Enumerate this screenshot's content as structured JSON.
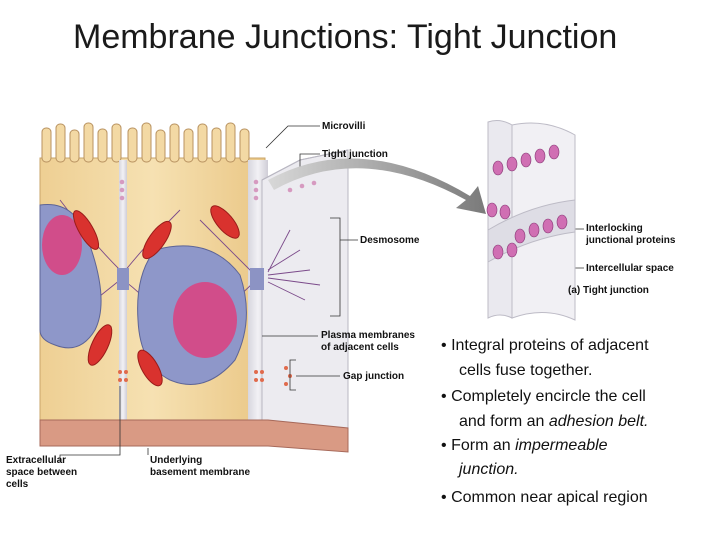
{
  "title": "Membrane Junctions: Tight Junction",
  "labels": {
    "microvilli": "Microvilli",
    "tight_junction": "Tight junction",
    "desmosome": "Desmosome",
    "plasma_line1": "Plasma membranes",
    "plasma_line2": "of adjacent cells",
    "gap_junction": "Gap junction",
    "extracellular_line1": "Extracellular",
    "extracellular_line2": "space between",
    "extracellular_line3": "cells",
    "basement_line1": "Underlying",
    "basement_line2": "basement membrane",
    "interlocking_line1": "Interlocking",
    "interlocking_line2": "junctional proteins",
    "intercellular_space": "Intercellular space",
    "inset_caption": "(a) Tight junction"
  },
  "bullets": [
    {
      "lines": [
        "Integral proteins of adjacent",
        "cells fuse together."
      ]
    },
    {
      "lines": [
        "Completely encircle the cell",
        "and form an "
      ],
      "italic": "adhesion belt."
    },
    {
      "prefix": "Form an ",
      "italic_lines": [
        "impermeable",
        "junction."
      ]
    },
    {
      "lines": [
        "Common near apical region"
      ]
    }
  ],
  "colors": {
    "cell_body": "#f3d9a4",
    "nucleus": "#8e97c9",
    "nucleolus": "#d14d8a",
    "mitochondria": "#d9322e",
    "membrane": "#e6e4ea",
    "basement": "#d99a84"
  }
}
